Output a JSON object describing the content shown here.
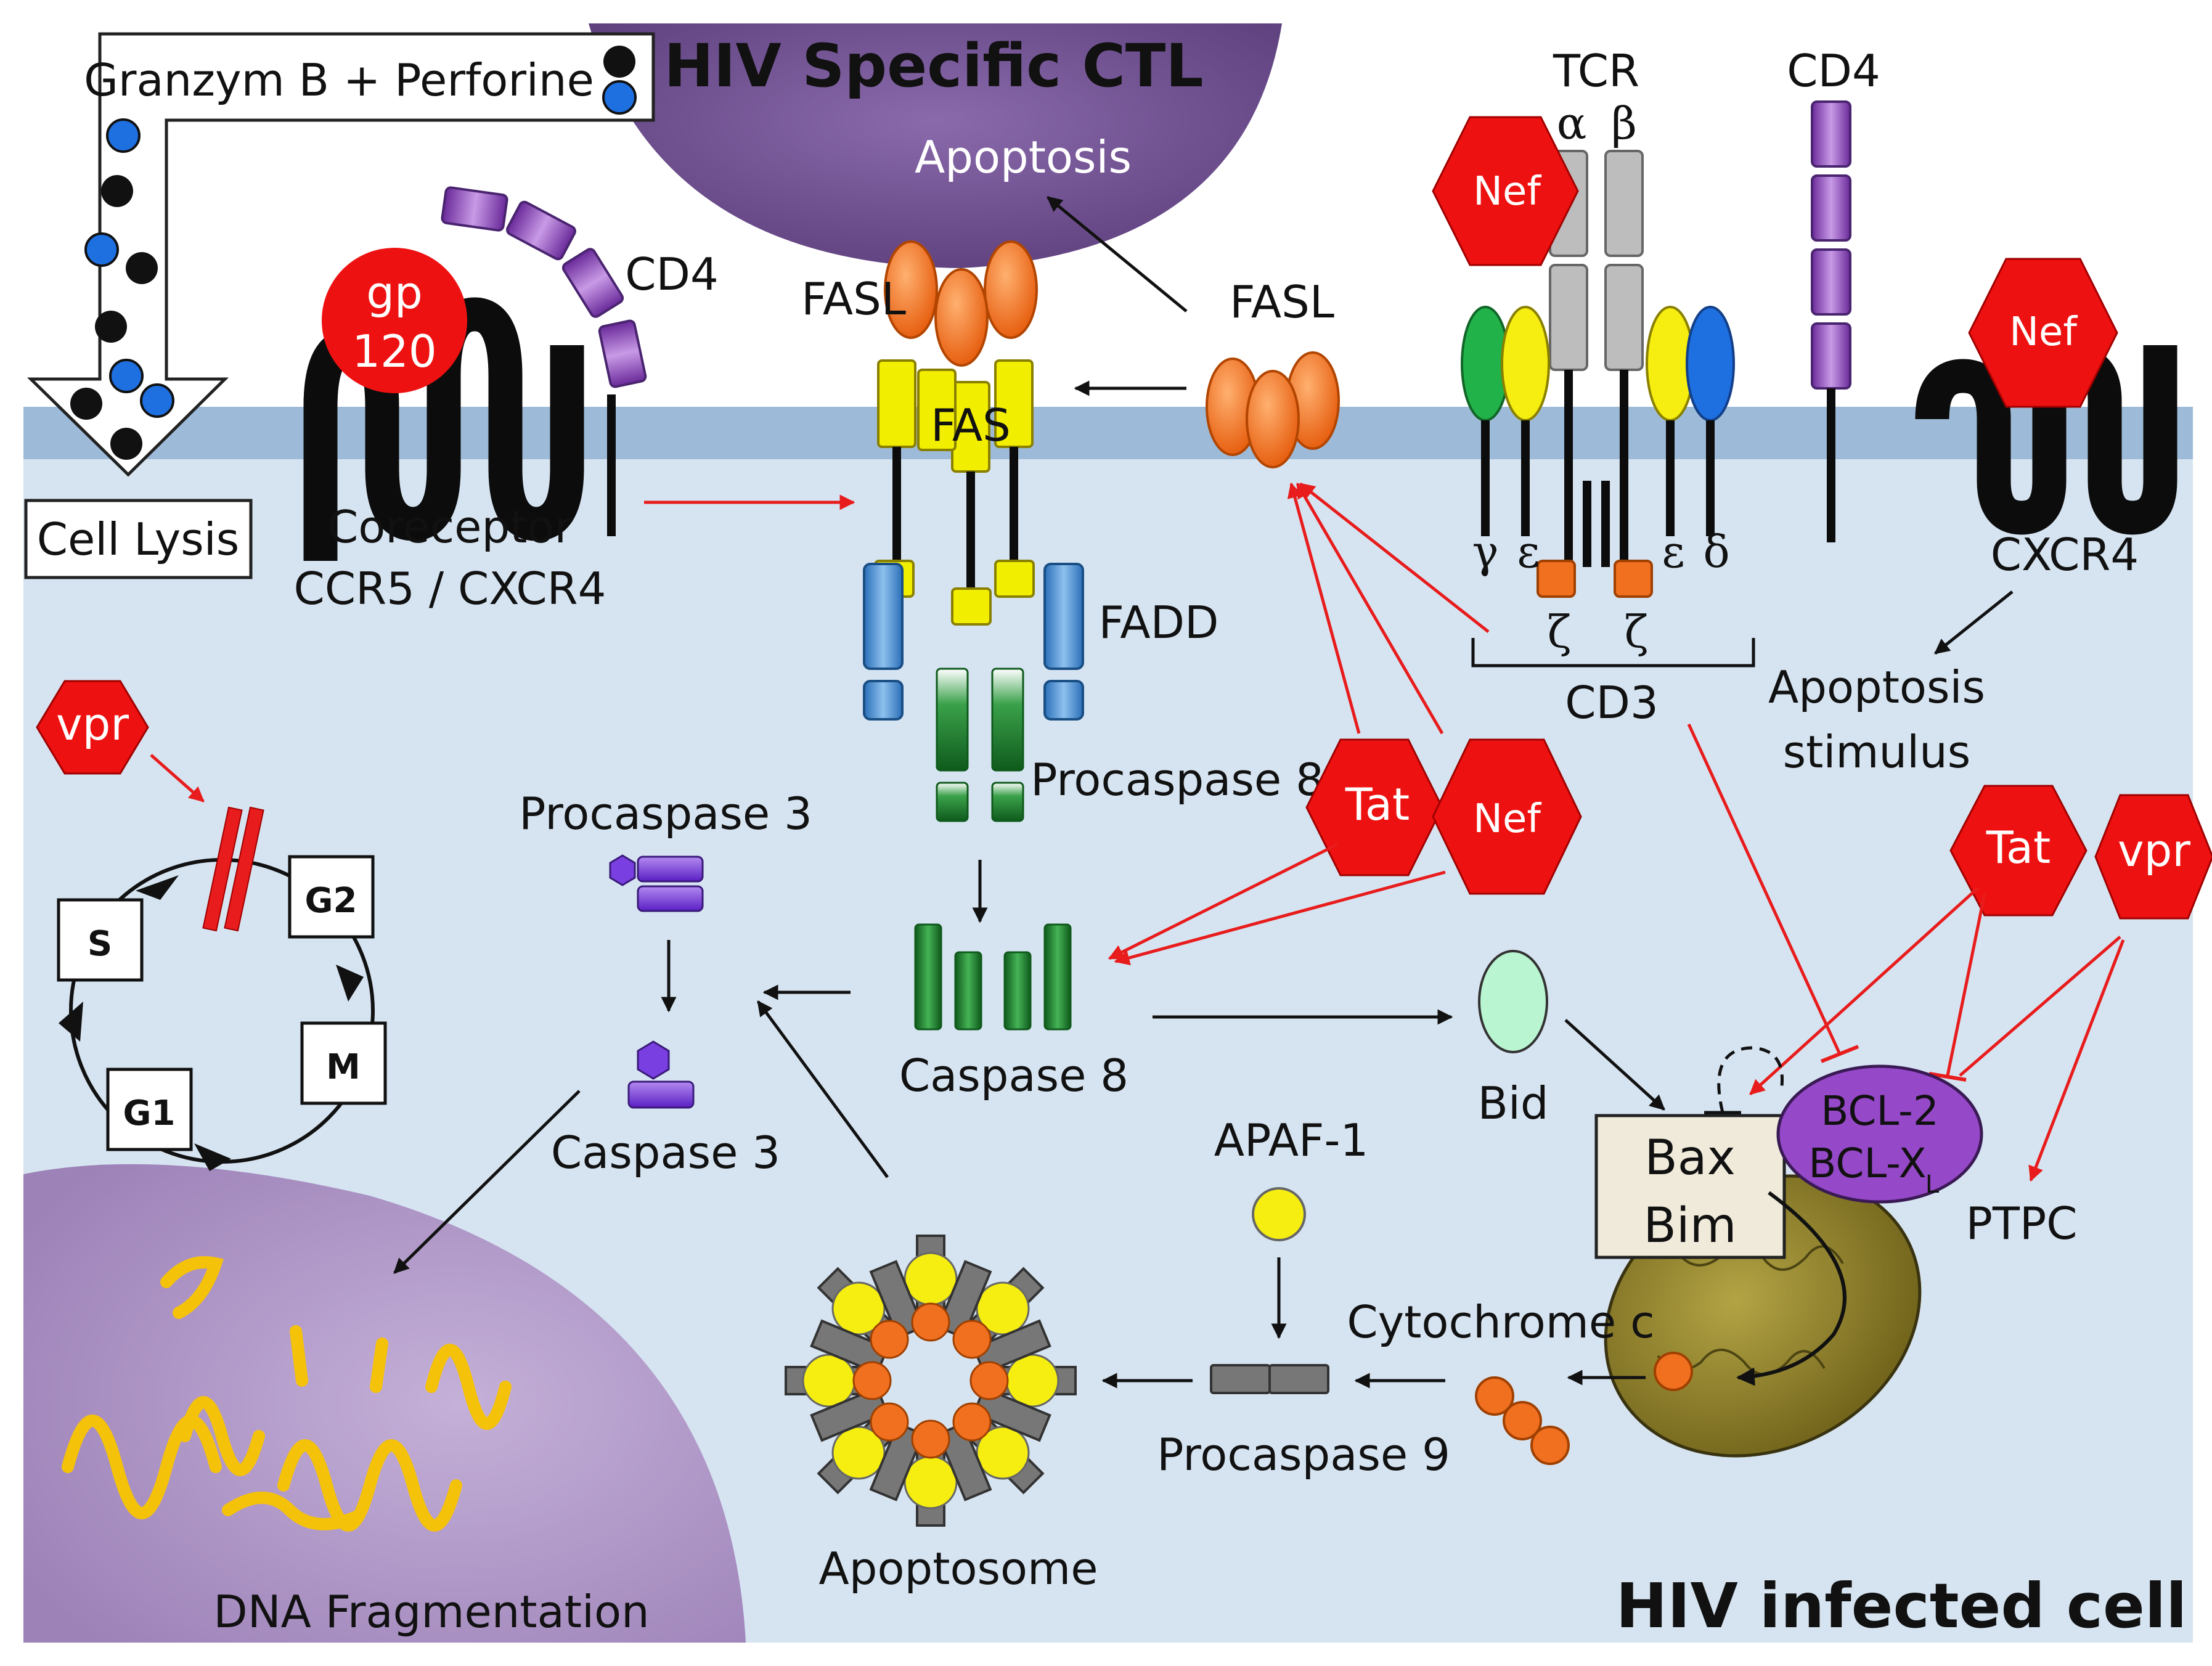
{
  "labels": {
    "ctl_title": "HIV Specific CTL",
    "ctl_apoptosis": "Apoptosis",
    "granzyme": "Granzym B + Perforine",
    "cell_lysis": "Cell Lysis",
    "gp120_a": "gp",
    "gp120_b": "120",
    "cd4_left": "CD4",
    "coreceptor_a": "Coreceptor",
    "coreceptor_b": "CCR5 / CXCR4",
    "fasl_left": "FASL",
    "fasl_right": "FASL",
    "fas": "FAS",
    "fadd": "FADD",
    "procaspase8": "Procaspase 8",
    "caspase8": "Caspase 8",
    "procaspase3": "Procaspase 3",
    "caspase3": "Caspase 3",
    "tcr": "TCR",
    "alpha": "α",
    "beta": "β",
    "gamma": "γ",
    "epsilon_a": "ε",
    "epsilon_b": "ε",
    "delta": "δ",
    "zeta_a": "ζ",
    "zeta_b": "ζ",
    "cd3": "CD3",
    "cd4_right": "CD4",
    "cxcr4": "CXCR4",
    "apoptosis_stimulus_a": "Apoptosis",
    "apoptosis_stimulus_b": "stimulus",
    "bid": "Bid",
    "apaf1": "APAF-1",
    "bax": "Bax",
    "bim": "Bim",
    "bcl2": "BCL-2",
    "bclxl": "BCL-X",
    "bclxl_sub": "L",
    "ptpc": "PTPC",
    "cytochrome": "Cytochrome c",
    "procaspase9": "Procaspase 9",
    "apoptosome": "Apoptosome",
    "dna_frag": "DNA Fragmentation",
    "infected_cell": "HIV infected cell",
    "phase_s": "S",
    "phase_g2": "G2",
    "phase_m": "M",
    "phase_g1": "G1",
    "nef_1": "Nef",
    "nef_2": "Nef",
    "nef_3": "Nef",
    "tat_1": "Tat",
    "tat_2": "Tat",
    "vpr_1": "vpr",
    "vpr_2": "vpr"
  },
  "colors": {
    "cytoplasm": "#d6e4f1",
    "membrane": "#9dbbd8",
    "ctl_cell": "#6c4d8a",
    "nucleus": "#a88fc0",
    "viral_protein": "#ee1111",
    "fasl": "#f07020",
    "fas": "#f2ee00",
    "fadd": "#4a90d9",
    "caspase": "#1f7a2a",
    "procaspase3": "#8855dd",
    "mitochondrion": "#8c7d2c",
    "inhibition_arrow": "#e81c1c"
  }
}
